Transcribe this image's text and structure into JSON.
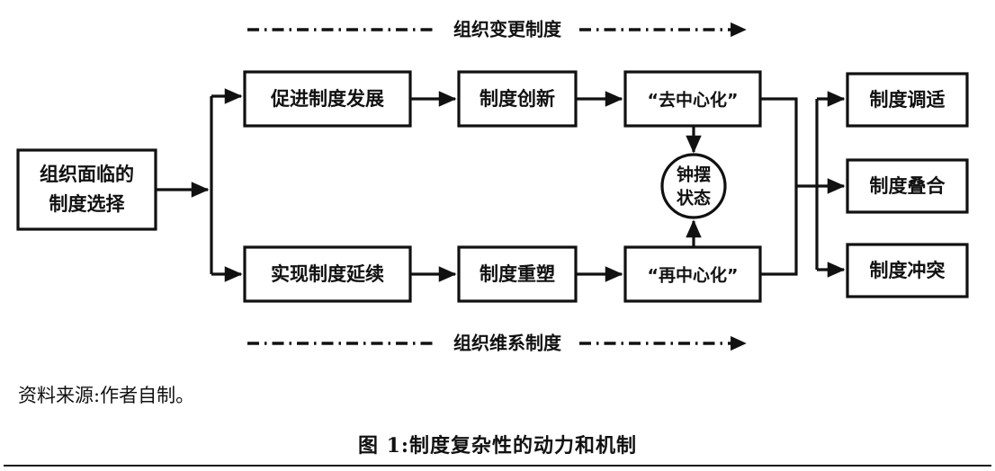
{
  "figure": {
    "caption": "图 1:制度复杂性的动力和机制",
    "source_note": "资料来源:作者自制。",
    "line_color": "#111111",
    "background": "#ffffff"
  },
  "flow_labels": {
    "top": "组织变更制度",
    "bottom": "组织维系制度"
  },
  "nodes": {
    "start": "组织面临的\n制度选择",
    "start_line1": "组织面临的",
    "start_line2": "制度选择",
    "top_1": "促进制度发展",
    "top_2": "制度创新",
    "top_3": "“去中心化”",
    "bottom_1": "实现制度延续",
    "bottom_2": "制度重塑",
    "bottom_3": "“再中心化”",
    "pendulum_line1": "钟摆",
    "pendulum_line2": "状态",
    "out_1": "制度调适",
    "out_2": "制度叠合",
    "out_3": "制度冲突"
  }
}
